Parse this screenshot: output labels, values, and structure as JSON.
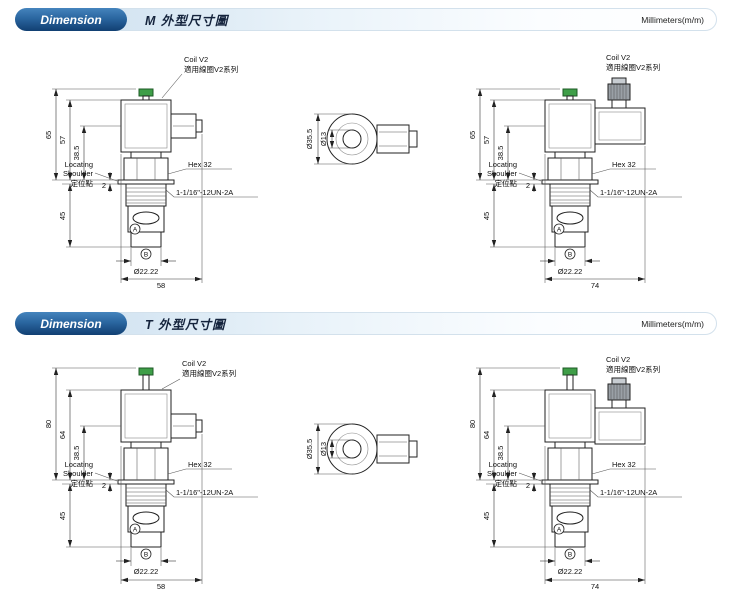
{
  "colors": {
    "header_blue": "#2a66a0",
    "coil_button_green": "#3f9e48"
  },
  "labels": {
    "dimension": "Dimension",
    "units": "Millimeters(m/m)",
    "coil_line1": "Coil V2",
    "coil_line2": "適用線圈V2系列",
    "locating_line1": "Locating",
    "locating_line2": "Shoulder",
    "locating_line3": "定位點",
    "hex": "Hex 32",
    "thread": "1-1/16\"-12UN-2A",
    "port_a": "A",
    "port_b": "B",
    "nose_dia": "Ø22.22",
    "coil_outer_dia": "Ø35.5",
    "coil_inner_dia": "Ø13",
    "width_din": "58",
    "width_conduit": "74"
  },
  "sections": {
    "m": {
      "title": "M 外型尺寸圖",
      "dims": {
        "total": "65",
        "coil_top": "57",
        "connector": "38.5",
        "shoulder": "2",
        "lower": "45"
      }
    },
    "t": {
      "title": "T 外型尺寸圖",
      "dims": {
        "total": "80",
        "coil_top": "64",
        "connector": "38.5",
        "shoulder": "2",
        "lower": "45"
      }
    }
  }
}
